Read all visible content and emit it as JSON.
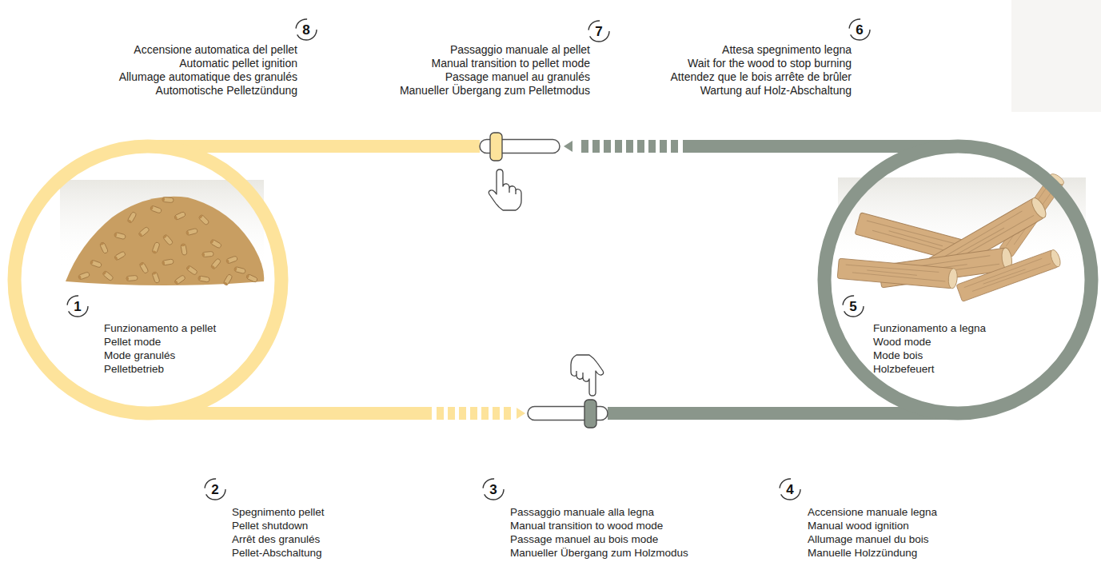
{
  "diagram": {
    "nodes": [
      {
        "text": [
          "1",
          "Funzionamento a pellet",
          "Pellet mode",
          "Mode granulés",
          "Pelletbetrieb"
        ]
      },
      {
        "text": [
          "5",
          "Funzionamento a legna",
          "Wood mode",
          "Mode bois",
          "Holzbefeuert"
        ]
      }
    ],
    "edges": [
      {
        "from": 0,
        "to": 1,
        "arrow": "to"
      },
      {
        "from": 1,
        "to": 0,
        "arrow": "to"
      }
    ],
    "labels": [
      "8",
      "Accensione automatica del pellet",
      "Automatic pellet ignition",
      "Allumage automatique des granulés",
      "Automotische Pelletzündung",
      "7",
      "Passaggio manuale al pellet",
      "Manual transition to pellet mode",
      "Passage manuel au granulés",
      "Manueller Übergang zum Pelletmodus",
      "6",
      "Attesa spegnimento legna",
      "Wait for the wood to stop burning",
      "Attendez que le bois arrête de brûler",
      "Wartung auf Holz-Abschaltung",
      "2",
      "Spegnimento pellet",
      "Pellet shutdown",
      "Arrêt des granulés",
      "Pellet-Abschaltung",
      "3",
      "Passaggio manuale alla legna",
      "Manual transition to wood mode",
      "Passage manuel au bois mode",
      "Manueller Übergang zum Holzmodus",
      "4",
      "Accensione manuale legna",
      "Manual wood ignition",
      "Allumage manuel du bois",
      "Manuelle Holzzündung"
    ]
  }
}
